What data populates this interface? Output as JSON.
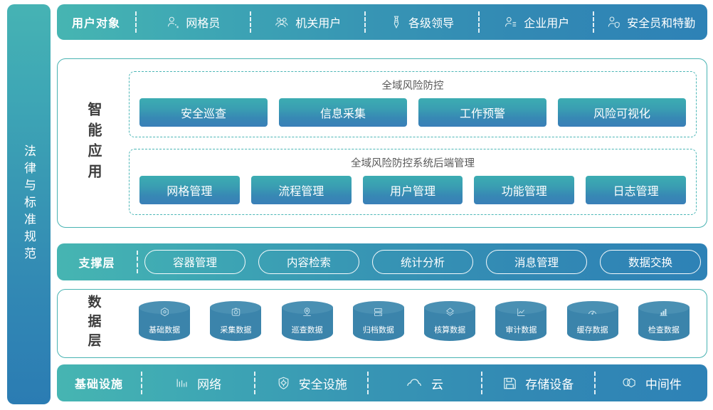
{
  "sidebar": {
    "label": "法律与标准规范"
  },
  "user_row": {
    "title": "用户对象",
    "items": [
      {
        "label": "网格员",
        "icon": "person-icon"
      },
      {
        "label": "机关用户",
        "icon": "group-people-icon"
      },
      {
        "label": "各级领导",
        "icon": "tie-icon"
      },
      {
        "label": "企业用户",
        "icon": "person-badge-icon"
      },
      {
        "label": "安全员和特勤",
        "icon": "person-shield-icon"
      }
    ]
  },
  "app_panel": {
    "side_label": "智能应用",
    "groups": [
      {
        "caption": "全域风险防控",
        "buttons": [
          "安全巡查",
          "信息采集",
          "工作预警",
          "风险可视化"
        ]
      },
      {
        "caption": "全域风险防控系统后端管理",
        "buttons": [
          "网格管理",
          "流程管理",
          "用户管理",
          "功能管理",
          "日志管理"
        ]
      }
    ]
  },
  "support_row": {
    "title": "支撑层",
    "items": [
      "容器管理",
      "内容检索",
      "统计分析",
      "消息管理",
      "数据交换"
    ]
  },
  "data_panel": {
    "side_label": "数据层",
    "items": [
      {
        "label": "基础数据",
        "icon": "hexagon-node-icon"
      },
      {
        "label": "采集数据",
        "icon": "camera-icon"
      },
      {
        "label": "巡查数据",
        "icon": "location-pin-icon"
      },
      {
        "label": "归档数据",
        "icon": "server-rack-icon"
      },
      {
        "label": "核算数据",
        "icon": "diamond-layers-icon"
      },
      {
        "label": "审计数据",
        "icon": "line-chart-icon"
      },
      {
        "label": "缓存数据",
        "icon": "gauge-icon"
      },
      {
        "label": "检查数据",
        "icon": "bar-chart-icon"
      }
    ]
  },
  "infra_row": {
    "title": "基础设施",
    "items": [
      {
        "label": "网络",
        "icon": "signal-bars-icon"
      },
      {
        "label": "安全设施",
        "icon": "shield-gear-icon"
      },
      {
        "label": "云",
        "icon": "cloud-icon"
      },
      {
        "label": "存储设备",
        "icon": "floppy-disk-icon"
      },
      {
        "label": "中间件",
        "icon": "hexagons-icon"
      }
    ]
  },
  "colors": {
    "teal": "#46b3b4",
    "blue": "#2b7cb3",
    "panel_border": "#48b3b2",
    "dashed_border": "#4bb6b6",
    "cylinder_body": "#3b84ab",
    "cylinder_top": "#4a90b3"
  }
}
